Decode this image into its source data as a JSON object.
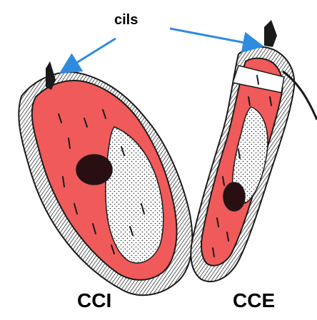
{
  "labels": {
    "cils": "cils",
    "cci": "CCI",
    "cce": "CCE"
  },
  "colors": {
    "cell_fill": "#f05a5a",
    "cell_outline": "#1a1a1a",
    "stipple": "#2a2a2a",
    "arrow": "#2f8be0",
    "nucleus": "#2a0f12",
    "background": "#ffffff"
  }
}
